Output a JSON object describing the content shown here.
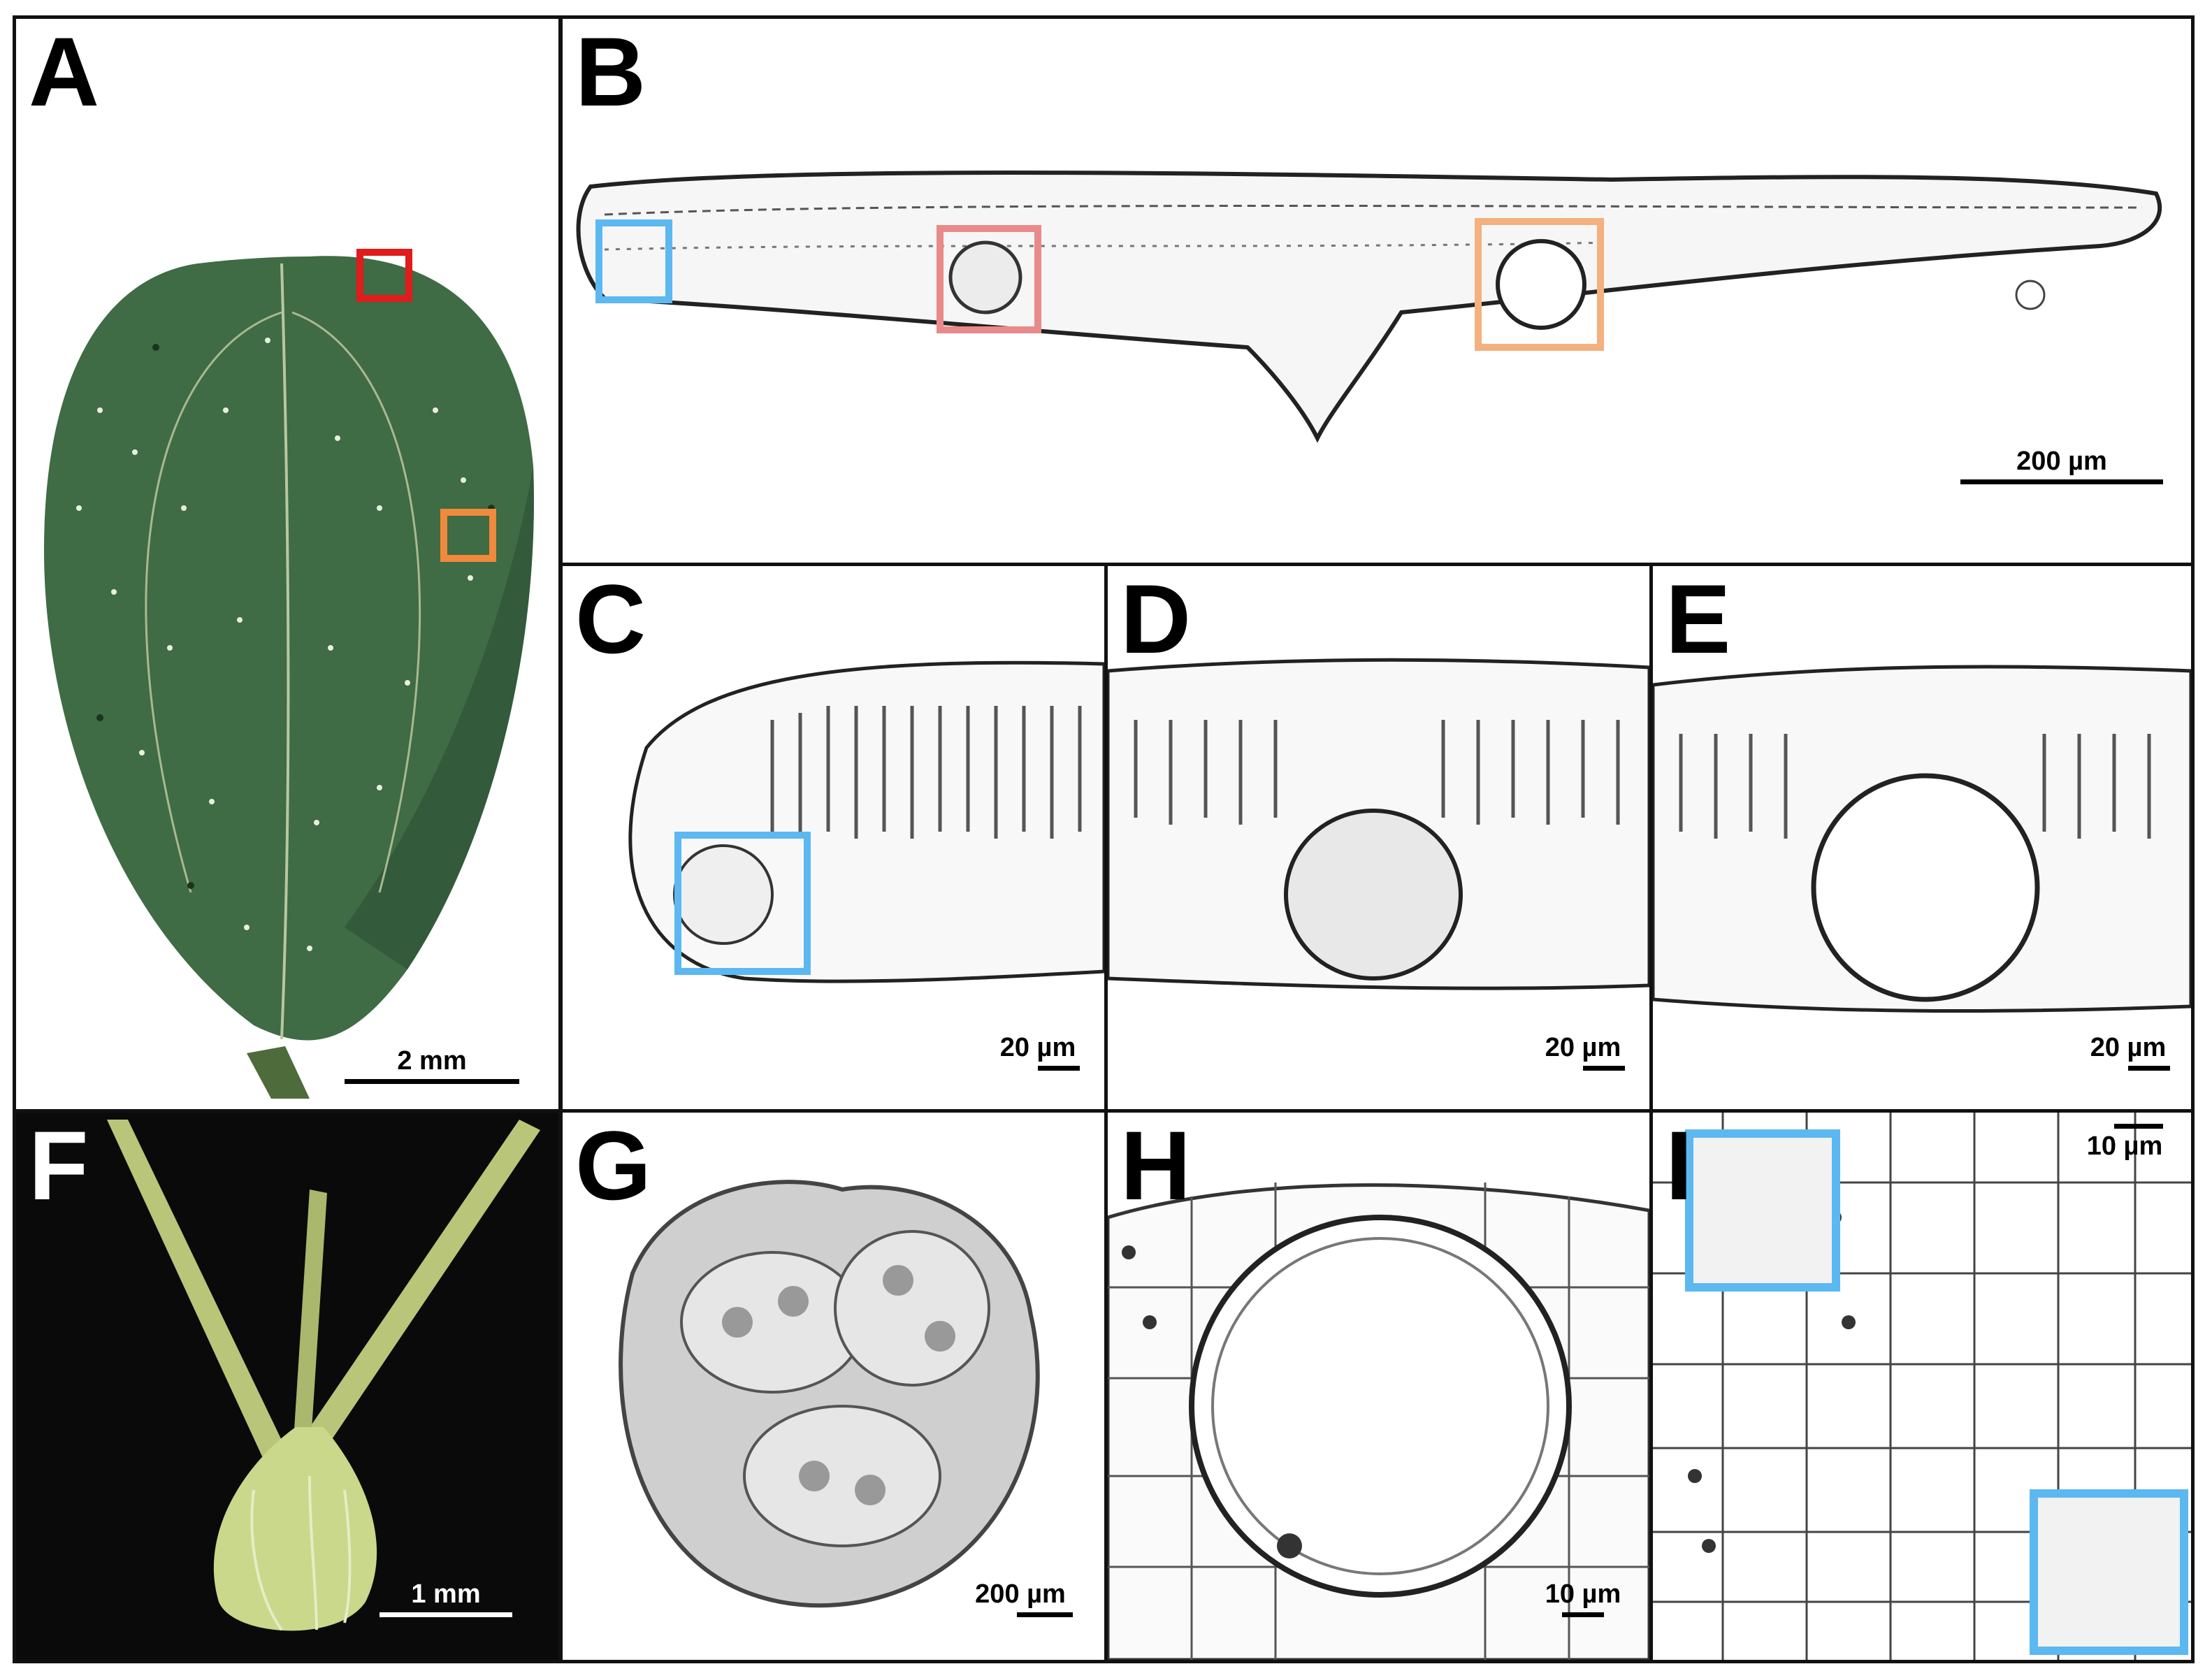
{
  "panels": [
    {
      "id": "A",
      "label": "A",
      "scale": "2 mm"
    },
    {
      "id": "B",
      "label": "B",
      "scale": "200 µm"
    },
    {
      "id": "C",
      "label": "C",
      "scale": "20 µm"
    },
    {
      "id": "D",
      "label": "D",
      "scale": "20 µm"
    },
    {
      "id": "E",
      "label": "E",
      "scale": "20 µm"
    },
    {
      "id": "F",
      "label": "F",
      "scale": "1 mm"
    },
    {
      "id": "G",
      "label": "G",
      "scale": "200 µm"
    },
    {
      "id": "H",
      "label": "H",
      "scale": "10 µm"
    },
    {
      "id": "I",
      "label": "I",
      "scale": "10 µm"
    }
  ],
  "colors": {
    "leaf": "#3f6b45",
    "leaf_dark": "#2f5536",
    "red_box": "#e01c1c",
    "orange_box": "#f08a3c",
    "blue_box": "#5cb8f0",
    "pink_box": "#e98a8a",
    "peach_box": "#f4b07e",
    "ovary": "#c9d88a"
  }
}
